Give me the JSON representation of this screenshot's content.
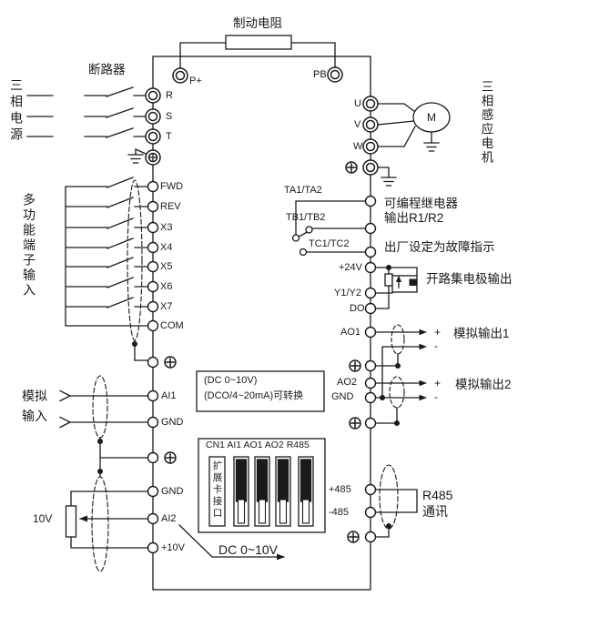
{
  "top": {
    "braking_resistor": "制动电阻",
    "p_plus": "P+",
    "pb": "PB"
  },
  "power": {
    "title": "三相电源",
    "breaker": "断路器",
    "r": "R",
    "s": "S",
    "t": "T"
  },
  "motor": {
    "title": "三相感应电机",
    "m": "M",
    "u": "U",
    "v": "V",
    "w": "W"
  },
  "inputs": {
    "title": "多功能端子输入",
    "fwd": "FWD",
    "rev": "REV",
    "x3": "X3",
    "x4": "X4",
    "x5": "X5",
    "x6": "X6",
    "x7": "X7",
    "com": "COM"
  },
  "analog_in": {
    "title_line1": "模拟",
    "title_line2": "输入",
    "ai1": "AI1",
    "gnd": "GND"
  },
  "pot": {
    "label": "10V",
    "gnd": "GND",
    "ai2": "AI2",
    "p10v": "+10V",
    "range": "DC 0~10V"
  },
  "dc_box": {
    "line1": "(DC 0~10V)",
    "line2": "(DCO/4~20mA)可转换"
  },
  "expansion": {
    "header": "CN1 AI1 AO1 AO2 R485",
    "slot": "扩展卡接口"
  },
  "relay": {
    "ta": "TA1/TA2",
    "tb": "TB1/TB2",
    "tc": "TC1/TC2",
    "note1": "可编程继电器",
    "note2": "输出R1/R2",
    "note3": "出厂设定为故障指示"
  },
  "collector": {
    "v24": "+24V",
    "y12": "Y1/Y2",
    "do_label": "DO",
    "note": "开路集电极输出"
  },
  "ao1": {
    "label": "AO1",
    "plus": "+",
    "minus": "-",
    "note": "模拟输出1"
  },
  "ao2": {
    "label": "AO2",
    "gnd": "GND",
    "plus": "+",
    "minus": "-",
    "note": "模拟输出2"
  },
  "r485": {
    "plus": "+485",
    "minus": "-485",
    "note1": "R485",
    "note2": "通讯"
  },
  "colors": {
    "line": "#1a1a1a",
    "background": "#ffffff"
  }
}
